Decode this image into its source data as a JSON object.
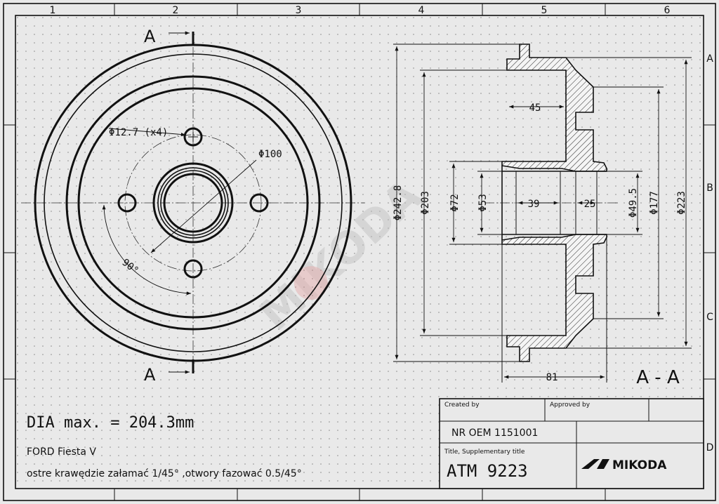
{
  "frame": {
    "columns": [
      "1",
      "2",
      "3",
      "4",
      "5",
      "6"
    ],
    "rows": [
      "A",
      "B",
      "C",
      "D"
    ]
  },
  "front_view": {
    "section_letter_top": "A",
    "section_letter_bottom": "A",
    "bolt_hole_label": "Φ12.7 (x4)",
    "pcd_label": "Φ100",
    "angle_label": "90°"
  },
  "section_view": {
    "title": "A - A",
    "dims": {
      "d242": "Φ242.8",
      "d203": "Φ203",
      "d72": "Φ72",
      "d53": "Φ53",
      "d49": "Φ49.5",
      "d177": "Φ177",
      "d223": "Φ223",
      "len45": "45",
      "len39": "39",
      "len25": "25",
      "len81": "81"
    }
  },
  "notes": {
    "dia_max": "DIA max. = 204.3mm",
    "vehicle": "FORD Fiesta V",
    "instructions": "ostre krawędzie załamać 1/45° ,otwory fazować 0.5/45°"
  },
  "title_block": {
    "created_by_label": "Created by",
    "approved_by_label": "Approved by",
    "oem_number": "NR OEM 1151001",
    "title_label": "Title, Supplementary title",
    "part_number": "ATM 9223",
    "logo_text": "MIKODA"
  },
  "watermark": {
    "text": "MIKODA"
  },
  "colors": {
    "background": "#e9e9e9",
    "ink": "#111111",
    "watermark": "#e0706f"
  }
}
